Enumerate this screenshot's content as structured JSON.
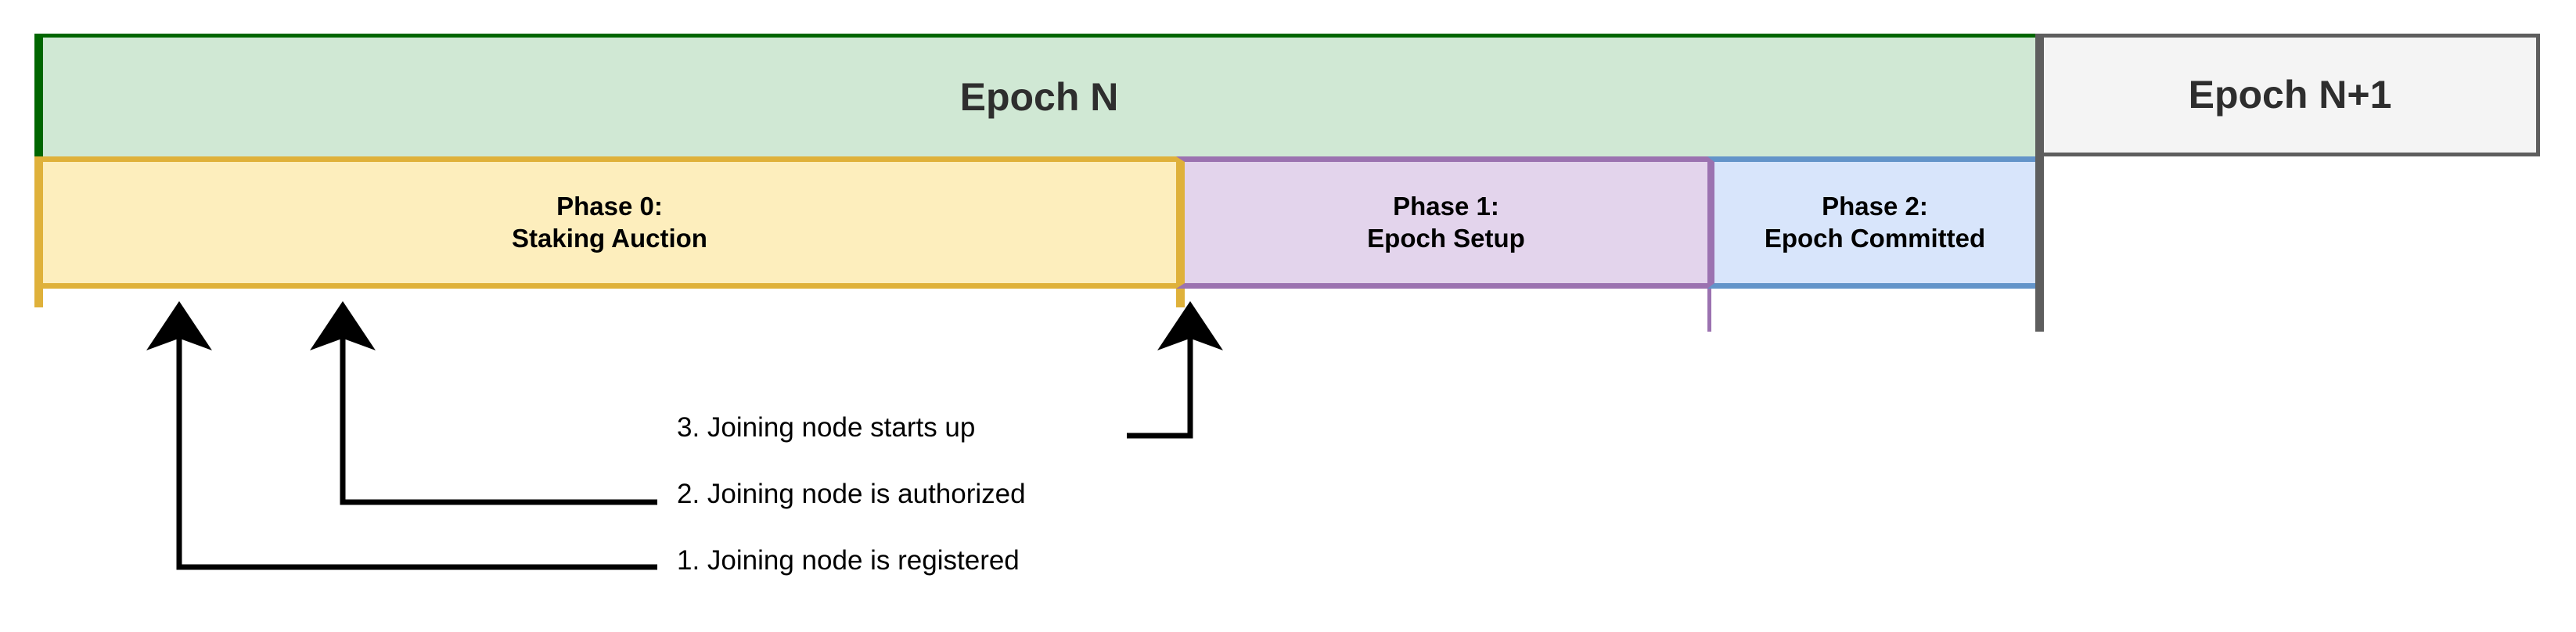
{
  "diagram": {
    "title": "Epoch phase timeline with joining-node events",
    "colors": {
      "epoch_fill": "#d0e8d4",
      "epoch_border": "#006600",
      "next_epoch_fill": "#f4f4f4",
      "next_epoch_border": "#5e5e5e",
      "phase0_fill": "#fdeebd",
      "phase0_border": "#dfb13a",
      "phase1_fill": "#e3d4ec",
      "phase1_border": "#9b72b0",
      "phase2_fill": "#d8e5fb",
      "phase2_border": "#6394c9",
      "annotation": "#000000"
    }
  },
  "epochs": [
    {
      "label": "Epoch N",
      "name": "epoch-n"
    },
    {
      "label": "Epoch N+1",
      "name": "epoch-n-plus-1"
    }
  ],
  "phases": [
    {
      "title": "Phase 0:",
      "subtitle": "Staking Auction"
    },
    {
      "title": "Phase 1:",
      "subtitle": "Epoch Setup"
    },
    {
      "title": "Phase 2:",
      "subtitle": "Epoch Committed"
    }
  ],
  "annotations": [
    {
      "text": "3. Joining node starts up",
      "number": "3"
    },
    {
      "text": "2. Joining node is authorized",
      "number": "2"
    },
    {
      "text": "1. Joining node is registered",
      "number": "1"
    }
  ]
}
